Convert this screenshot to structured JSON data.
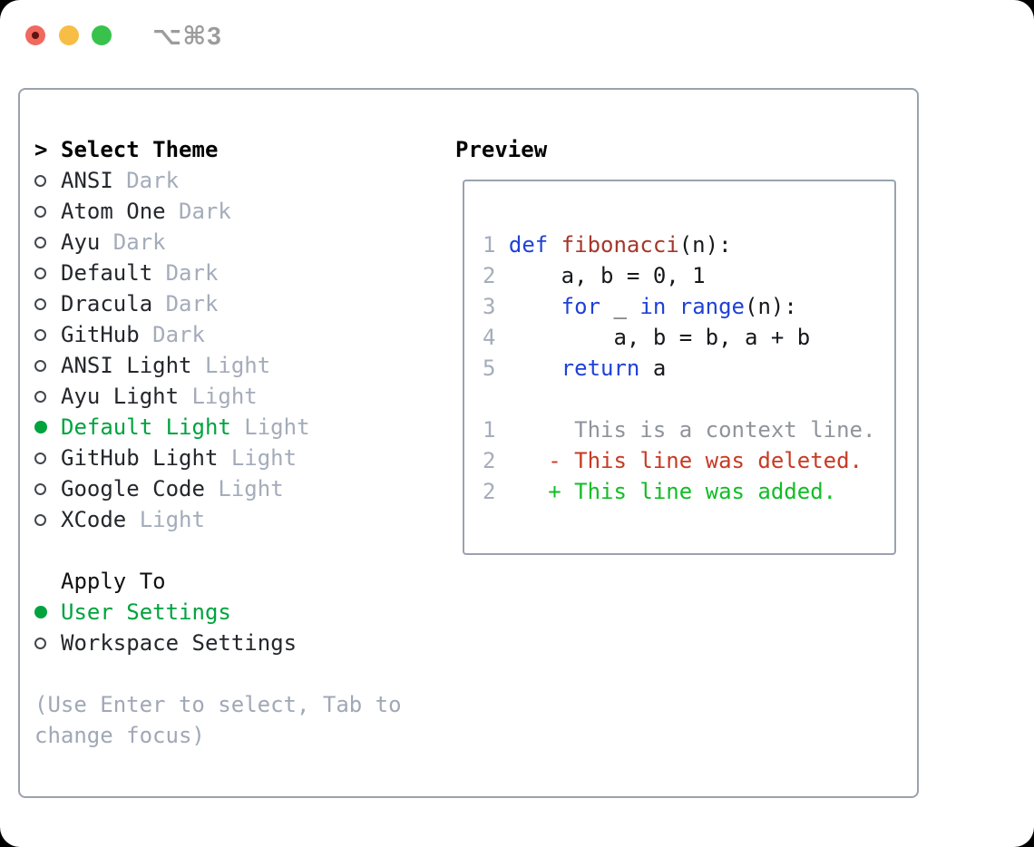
{
  "window": {
    "title": "⌥⌘3"
  },
  "traffic_lights": {
    "close_color": "#f1695e",
    "close_dot_color": "#5f1410",
    "minimize_color": "#f7bd45",
    "zoom_color": "#38c24c"
  },
  "colors": {
    "panel_border": "#9aa2ae",
    "title_gray": "#9c9c9c",
    "text_dark": "#24272c",
    "muted": "#a4acba",
    "hint": "#a0a8b6",
    "selected_green": "#00a33e",
    "radio_outline": "#42474f",
    "code_plain": "#16181c",
    "code_keyword": "#1f41d6",
    "code_function": "#a5372a",
    "line_number": "#a4adbb",
    "diff_context": "#8f949b",
    "diff_deleted": "#c83a23",
    "diff_added": "#11bd25"
  },
  "theme_list": {
    "header_marker": ">",
    "header": "Select Theme",
    "items": [
      {
        "name": "ANSI",
        "variant": "Dark",
        "selected": false
      },
      {
        "name": "Atom One",
        "variant": "Dark",
        "selected": false
      },
      {
        "name": "Ayu",
        "variant": "Dark",
        "selected": false
      },
      {
        "name": "Default",
        "variant": "Dark",
        "selected": false
      },
      {
        "name": "Dracula",
        "variant": "Dark",
        "selected": false
      },
      {
        "name": "GitHub",
        "variant": "Dark",
        "selected": false
      },
      {
        "name": "ANSI Light",
        "variant": "Light",
        "selected": false
      },
      {
        "name": "Ayu Light",
        "variant": "Light",
        "selected": false
      },
      {
        "name": "Default Light",
        "variant": "Light",
        "selected": true
      },
      {
        "name": "GitHub Light",
        "variant": "Light",
        "selected": false
      },
      {
        "name": "Google Code",
        "variant": "Light",
        "selected": false
      },
      {
        "name": "XCode",
        "variant": "Light",
        "selected": false
      }
    ]
  },
  "apply_to": {
    "header": "Apply To",
    "options": [
      {
        "label": "User Settings",
        "selected": true
      },
      {
        "label": "Workspace Settings",
        "selected": false
      }
    ]
  },
  "hint": {
    "line1": "(Use Enter to select, Tab to",
    "line2": "change focus)"
  },
  "preview": {
    "header": "Preview",
    "code_lines": [
      {
        "num": "1",
        "tokens": [
          {
            "t": "def",
            "c": "kw"
          },
          {
            "t": " ",
            "c": "pl"
          },
          {
            "t": "fibonacci",
            "c": "fn"
          },
          {
            "t": "(n):",
            "c": "pl"
          }
        ]
      },
      {
        "num": "2",
        "tokens": [
          {
            "t": "    a, b = 0, 1",
            "c": "pl"
          }
        ]
      },
      {
        "num": "3",
        "tokens": [
          {
            "t": "    ",
            "c": "pl"
          },
          {
            "t": "for",
            "c": "kw"
          },
          {
            "t": " _ ",
            "c": "pl"
          },
          {
            "t": "in",
            "c": "kw"
          },
          {
            "t": " ",
            "c": "pl"
          },
          {
            "t": "range",
            "c": "kw"
          },
          {
            "t": "(n):",
            "c": "pl"
          }
        ]
      },
      {
        "num": "4",
        "tokens": [
          {
            "t": "        a, b = b, a + b",
            "c": "pl"
          }
        ]
      },
      {
        "num": "5",
        "tokens": [
          {
            "t": "    ",
            "c": "pl"
          },
          {
            "t": "return",
            "c": "kw"
          },
          {
            "t": " a",
            "c": "pl"
          }
        ]
      }
    ],
    "diff_lines": [
      {
        "num": "1",
        "kind": "context",
        "text": "     This is a context line."
      },
      {
        "num": "2",
        "kind": "deleted",
        "text": "   - This line was deleted."
      },
      {
        "num": "2",
        "kind": "added",
        "text": "   + This line was added."
      }
    ]
  }
}
